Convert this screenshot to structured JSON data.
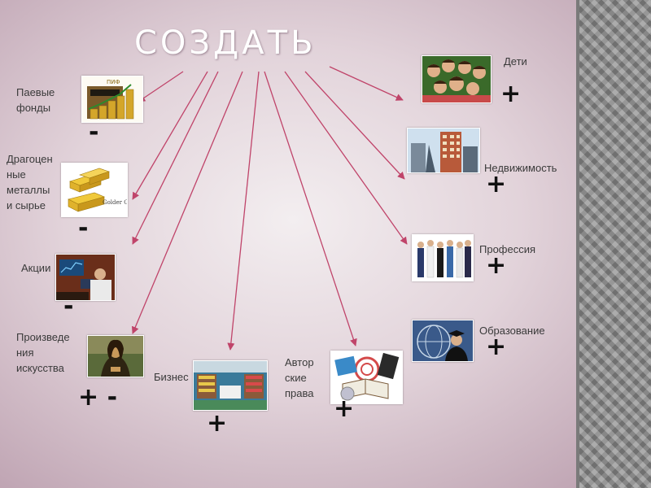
{
  "title": "СОЗДАТЬ",
  "arrow_color": "#c0446a",
  "items": {
    "funds": {
      "label": "Паевые\nфонды",
      "sign": "-"
    },
    "metals": {
      "label": "Драгоцен\nные\nметаллы\nи сырье",
      "sign": "-"
    },
    "stocks": {
      "label": "Акции",
      "sign": "-"
    },
    "art": {
      "label": "Произведе\nния\nискусства",
      "sign": "+ -"
    },
    "business": {
      "label": "Бизнес",
      "sign": "+"
    },
    "copyright": {
      "label": "Автор\nские\nправа",
      "sign": "+"
    },
    "children": {
      "label": "Дети",
      "sign": "+"
    },
    "realestate": {
      "label": "Недвижимость",
      "sign": "+"
    },
    "profession": {
      "label": "Профессия",
      "sign": "+"
    },
    "education": {
      "label": "Образование",
      "sign": "+"
    }
  },
  "images": {
    "funds": "gold-coin-stacks-chart-image",
    "metals": "gold-bars-image",
    "metals_caption": "Golder Game.ru",
    "stocks": "stock-trader-monitors-image",
    "art": "mona-lisa-image",
    "business": "shop-interior-image",
    "copyright": "book-film-media-image",
    "children": "group-of-children-image",
    "realestate": "buildings-image",
    "profession": "professionals-group-image",
    "education": "graduate-globe-image"
  }
}
